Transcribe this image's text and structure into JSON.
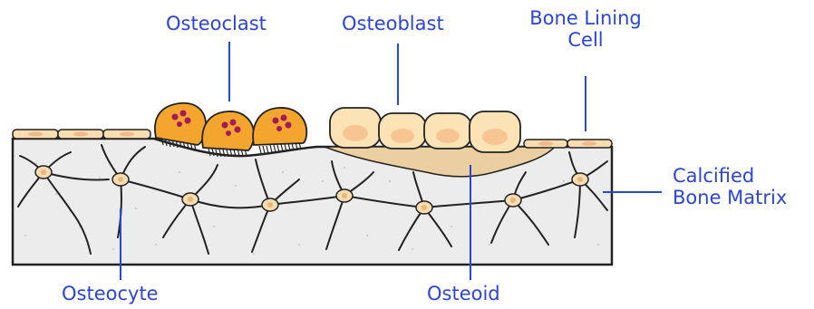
{
  "labels": {
    "osteoclast": "Osteoclast",
    "osteoblast": "Osteoblast",
    "bone_lining_cell_line1": "Bone Lining",
    "bone_lining_cell_line2": "Cell",
    "calcified_bone_matrix_line1": "Calcified",
    "calcified_bone_matrix_line2": "Bone Matrix",
    "osteocyte": "Osteocyte",
    "osteoid": "Osteoid"
  },
  "colors": {
    "label_text": "#2b45d6",
    "leader_line": "#2b45d6",
    "bone_matrix": "#ececec",
    "cell_outline": "#222222",
    "lining_cell": "#f7ddb0",
    "osteoclast": "#f4a52e",
    "osteoclast_nucleus": "#a3195b",
    "osteoblast": "#fbe3b5",
    "osteoid": "#eccfa1",
    "osteocyte_body": "#f6dcb0"
  }
}
